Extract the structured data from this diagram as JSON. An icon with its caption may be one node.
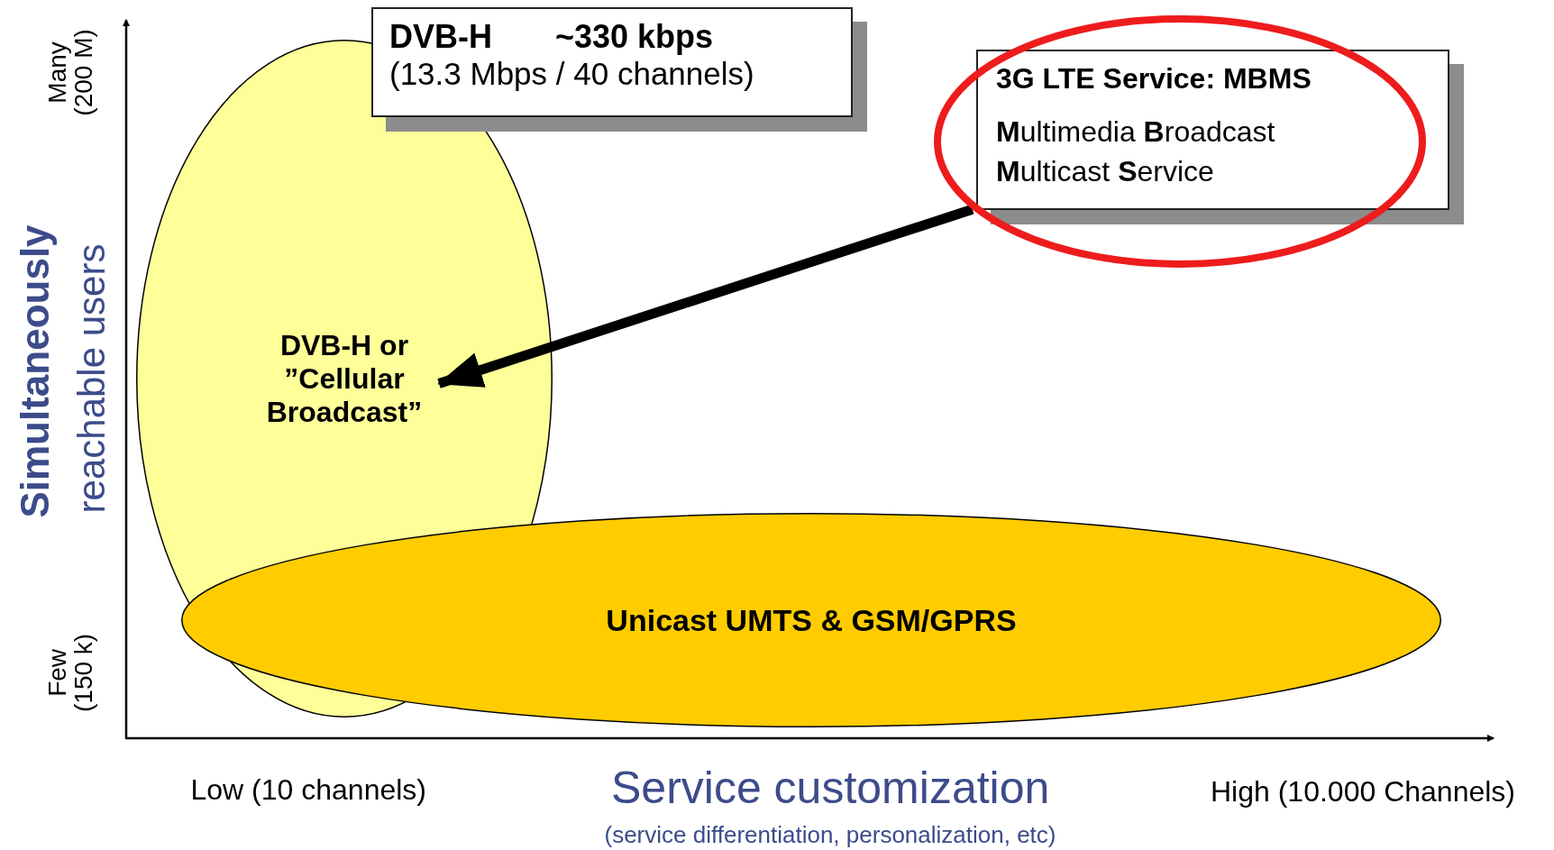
{
  "diagram": {
    "nodes": [
      {
        "text": [
          "DVB-H",
          "~330 kbps",
          "(13.3 Mbps / 40 channels)"
        ]
      },
      {
        "text": [
          "DVB-H or ”Cellular Broadcast”"
        ]
      },
      {
        "text": [
          "Unicast UMTS & GSM/GPRS"
        ]
      },
      {
        "text": [],
        "shape": "ellipse"
      },
      {
        "text": [
          "3G LTE Service: MBMS",
          "**M**ultimedia **B**roadcast **M**ulticast **S**ervice"
        ]
      }
    ],
    "edges": [
      {
        "from": 3,
        "to": 1,
        "arrow": "to"
      }
    ],
    "labels": [
      "Many (200 M)",
      "Simultaneously",
      "reachable users",
      "Few (150 k)",
      "Low (10 channels)",
      "Service customization",
      "(service differentiation, personalization, etc)",
      "High (10.000 Channels)"
    ]
  }
}
